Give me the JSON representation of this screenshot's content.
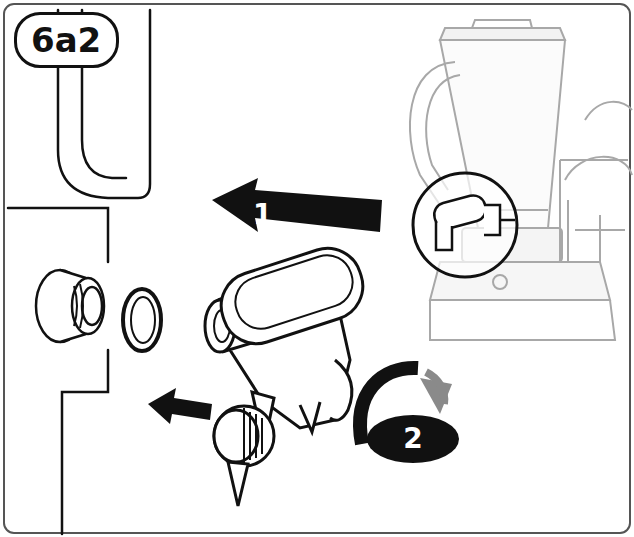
{
  "diagram": {
    "nodes": [
      {
        "text": [
          "6a2"
        ]
      },
      {
        "text": [
          "1"
        ]
      },
      {
        "text": [
          "2"
        ]
      }
    ]
  }
}
